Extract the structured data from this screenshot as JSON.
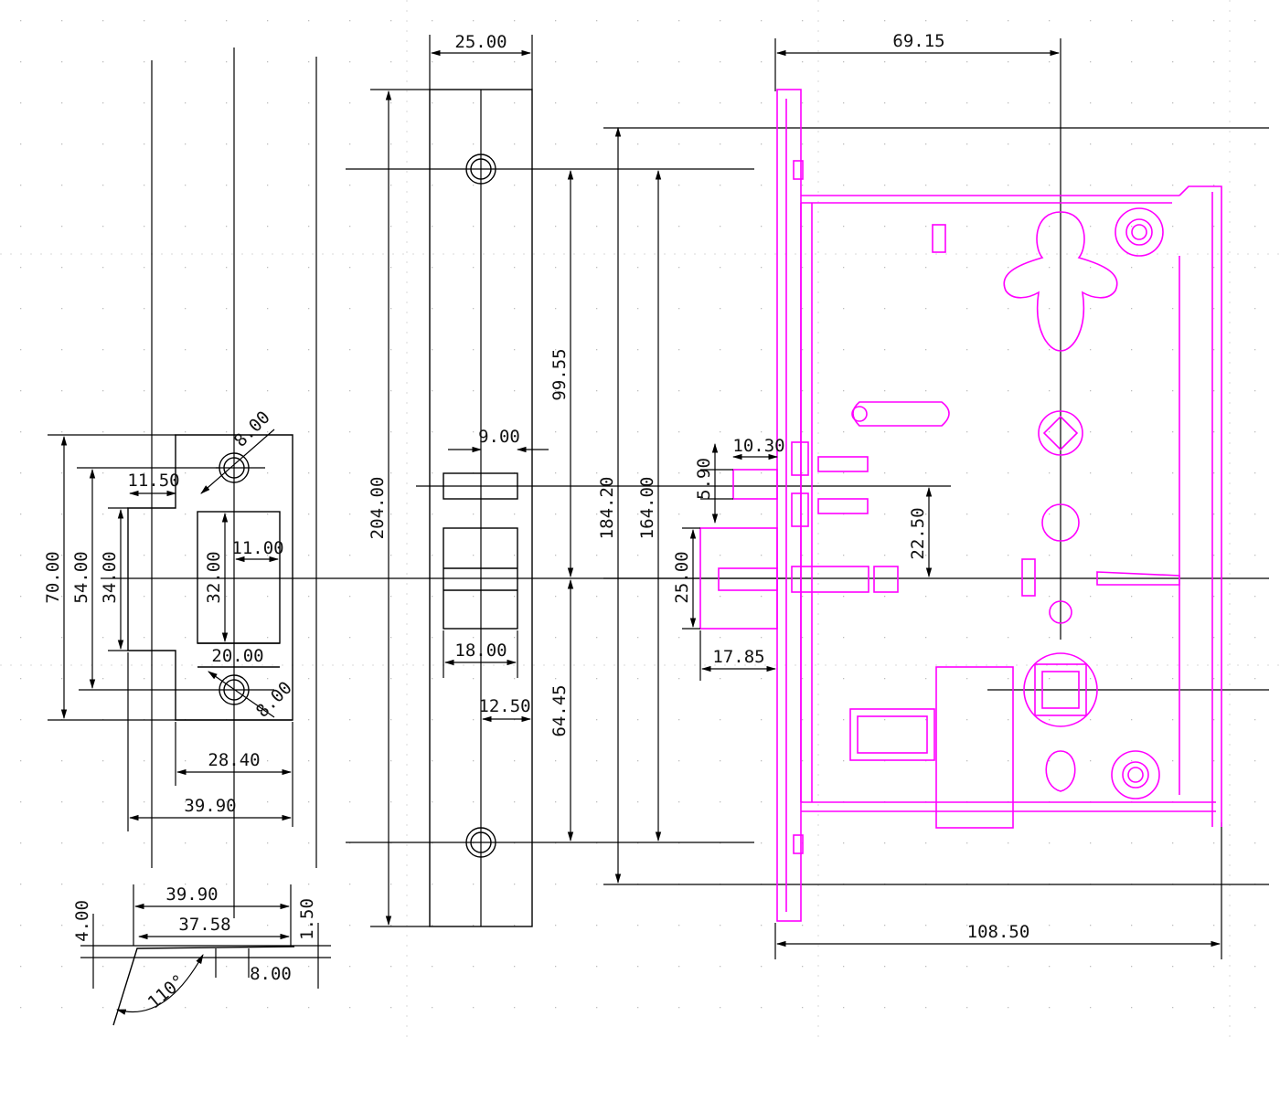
{
  "colors": {
    "lines": "#000000",
    "lock_body": "#ff00ff",
    "background": "#ffffff"
  },
  "strike_plate": {
    "dims": {
      "height_70": "70.00",
      "height_54": "54.00",
      "height_34": "34.00",
      "lip_11_50": "11.50",
      "hole_8_top": "8.00",
      "hole_8_bottom": "8.00",
      "window_32": "32.00",
      "window_11": "11.00",
      "window_20": "20.00",
      "width_28_40": "28.40",
      "width_39_90": "39.90"
    }
  },
  "strike_profile": {
    "dims": {
      "w_39_90": "39.90",
      "w_37_58": "37.58",
      "h_4": "4.00",
      "h_1_50": "1.50",
      "w_8": "8.00",
      "angle": "110°"
    }
  },
  "faceplate": {
    "dims": {
      "width_25": "25.00",
      "height_204": "204.00",
      "latch_9": "9.00",
      "upper_99_55": "99.55",
      "hole_span_184_20": "184.20",
      "deadbolt_18": "18.00",
      "lower_64_45": "64.45",
      "offset_12_50": "12.50"
    }
  },
  "lock_body": {
    "dims": {
      "backset_69_15": "69.15",
      "overall_164": "164.00",
      "latch_10_30": "10.30",
      "latch_5_90": "5.90",
      "spacing_22_50": "22.50",
      "bolt_25": "25.00",
      "bolt_17_85": "17.85",
      "depth_108_50": "108.50"
    }
  }
}
